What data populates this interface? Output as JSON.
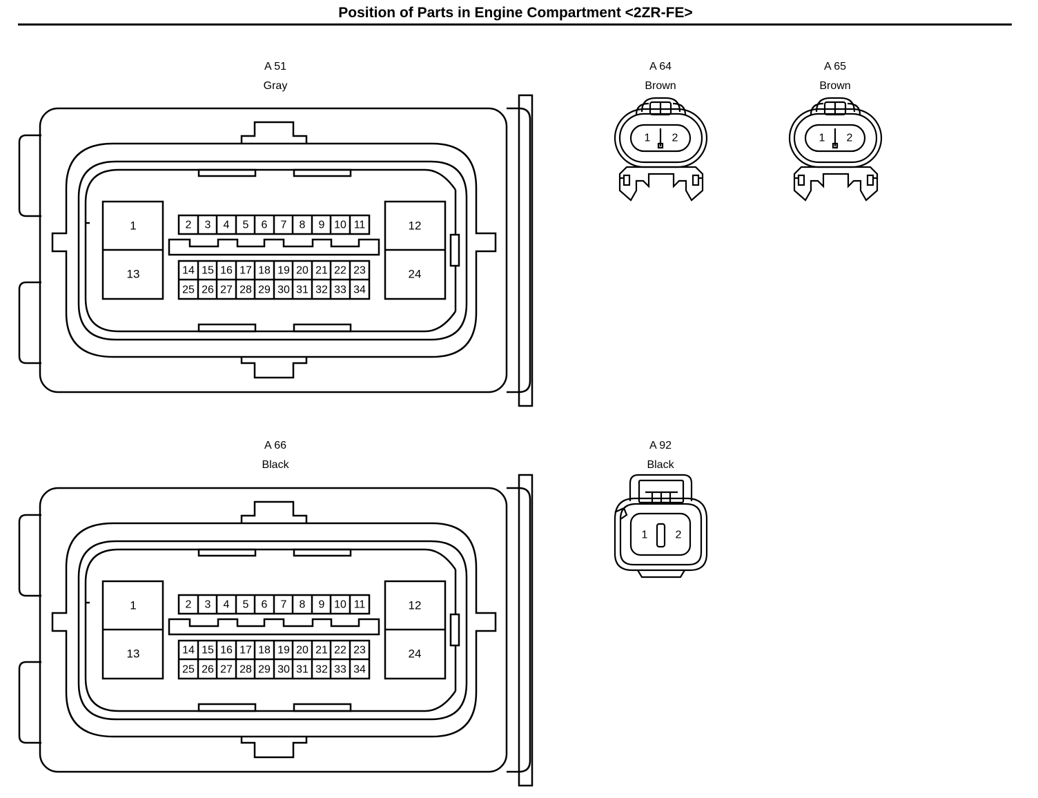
{
  "page": {
    "title": "Position of Parts in Engine Compartment <2ZR-FE>"
  },
  "connectors": {
    "a51": {
      "code": "A 51",
      "color": "Gray",
      "big_pins": [
        "1",
        "13",
        "12",
        "24"
      ],
      "top_row": [
        "2",
        "3",
        "4",
        "5",
        "6",
        "7",
        "8",
        "9",
        "10",
        "11"
      ],
      "mid_row": [
        "14",
        "15",
        "16",
        "17",
        "18",
        "19",
        "20",
        "21",
        "22",
        "23"
      ],
      "bot_row": [
        "25",
        "26",
        "27",
        "28",
        "29",
        "30",
        "31",
        "32",
        "33",
        "34"
      ]
    },
    "a66": {
      "code": "A 66",
      "color": "Black",
      "big_pins": [
        "1",
        "13",
        "12",
        "24"
      ],
      "top_row": [
        "2",
        "3",
        "4",
        "5",
        "6",
        "7",
        "8",
        "9",
        "10",
        "11"
      ],
      "mid_row": [
        "14",
        "15",
        "16",
        "17",
        "18",
        "19",
        "20",
        "21",
        "22",
        "23"
      ],
      "bot_row": [
        "25",
        "26",
        "27",
        "28",
        "29",
        "30",
        "31",
        "32",
        "33",
        "34"
      ]
    },
    "a64": {
      "code": "A 64",
      "color": "Brown",
      "pins": [
        "1",
        "2"
      ]
    },
    "a65": {
      "code": "A 65",
      "color": "Brown",
      "pins": [
        "1",
        "2"
      ]
    },
    "a92": {
      "code": "A 92",
      "color": "Black",
      "pins": [
        "1",
        "2"
      ]
    }
  }
}
